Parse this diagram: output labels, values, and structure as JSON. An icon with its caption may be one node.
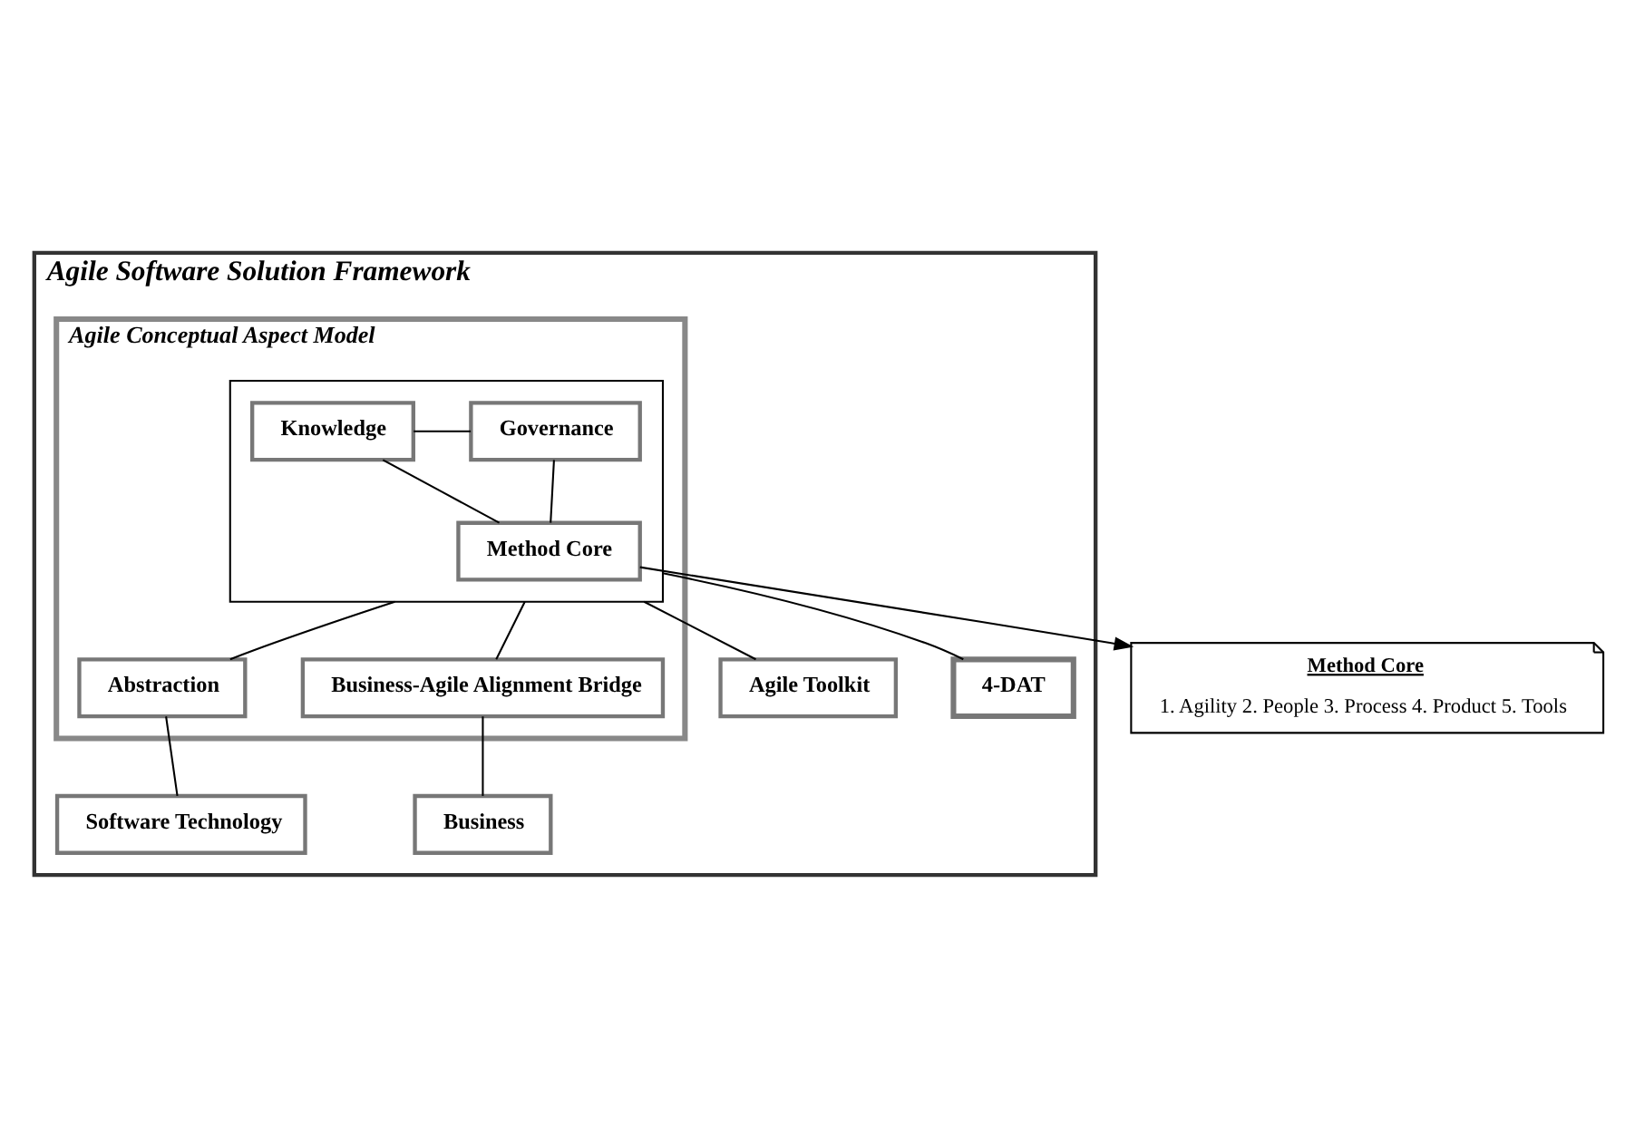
{
  "diagram": {
    "nodes": [
      {
        "text": [
          "Agile Software Solution Framework"
        ]
      },
      {
        "text": [
          "Agile Conceptual Aspect Model"
        ],
        "in": 0
      },
      {
        "text": [],
        "shape": "box",
        "in": 1
      },
      {
        "text": [
          "Knowledge"
        ],
        "in": 2
      },
      {
        "text": [
          "Governance"
        ],
        "in": 2
      },
      {
        "text": [
          "Method Core"
        ],
        "in": 2
      },
      {
        "text": [
          "Abstraction"
        ],
        "in": 1
      },
      {
        "text": [
          "Business-Agile Alignment Bridge"
        ],
        "in": 1
      },
      {
        "text": [
          "Agile Toolkit"
        ],
        "in": 0
      },
      {
        "text": [
          "4-DAT"
        ],
        "in": 0
      },
      {
        "text": [
          "Software Technology"
        ],
        "in": 0
      },
      {
        "text": [
          "Business"
        ],
        "in": 0
      },
      {
        "text": [
          "Method Core",
          "1. Agility 2. People 3. Process 4. Product 5. Tools"
        ]
      }
    ],
    "edges": [
      {
        "from": 3,
        "to": 4,
        "arrow": "none"
      },
      {
        "from": 3,
        "to": 5,
        "arrow": "none"
      },
      {
        "from": 4,
        "to": 5,
        "arrow": "none"
      },
      {
        "from": 5,
        "to": 12,
        "arrow": "to"
      },
      {
        "from": 2,
        "to": 8,
        "arrow": "none"
      },
      {
        "from": 2,
        "to": 9,
        "arrow": "none"
      },
      {
        "from": 2,
        "to": 6,
        "arrow": "none"
      },
      {
        "from": 2,
        "to": 7,
        "arrow": "none"
      },
      {
        "from": 6,
        "to": 10,
        "arrow": "none"
      },
      {
        "from": 7,
        "to": 11,
        "arrow": "none"
      }
    ]
  }
}
